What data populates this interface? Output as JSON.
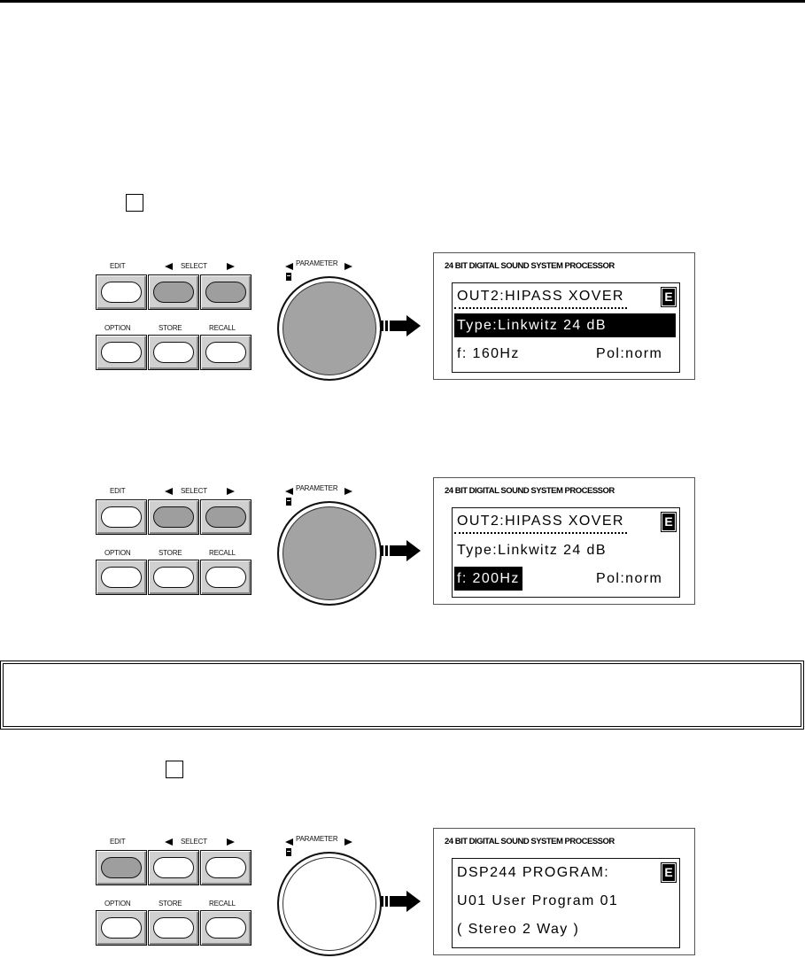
{
  "panel_labels": {
    "edit": "EDIT",
    "select": "SELECT",
    "parameter": "PARAMETER",
    "option": "OPTION",
    "store": "STORE",
    "recall": "RECALL"
  },
  "icons": {
    "select_left": "triangle-left-icon",
    "select_right": "triangle-right-icon",
    "flow_arrow": "arrow-right-icon",
    "edit_badge": "E"
  },
  "lcd_title": "24 BIT DIGITAL SOUND SYSTEM PROCESSOR",
  "step1": {
    "active_buttons": [
      "select_left",
      "select_right"
    ],
    "knob_active": true,
    "lcd": {
      "line1": "OUT2:HIPASS XOVER",
      "line2": "Type:Linkwitz 24 dB",
      "line3_left": "f: 160Hz",
      "line3_right": "Pol:norm",
      "badge": "E"
    }
  },
  "step2": {
    "active_buttons": [
      "select_left",
      "select_right"
    ],
    "knob_active": true,
    "lcd": {
      "line1": "OUT2:HIPASS XOVER",
      "line2": "Type:Linkwitz 24 dB",
      "line3_left": "f: 200Hz",
      "line3_right": "Pol:norm",
      "badge": "E"
    }
  },
  "step3": {
    "active_buttons": [
      "edit"
    ],
    "knob_active": false,
    "lcd": {
      "line1": "DSP244 PROGRAM:",
      "line2": "U01 User Program 01",
      "line3": "( Stereo 2 Way )",
      "badge": "E"
    }
  },
  "colors": {
    "pressed_fill": "#9e9e9e",
    "knob_fill": "#a3a3a3",
    "ink": "#000000"
  }
}
